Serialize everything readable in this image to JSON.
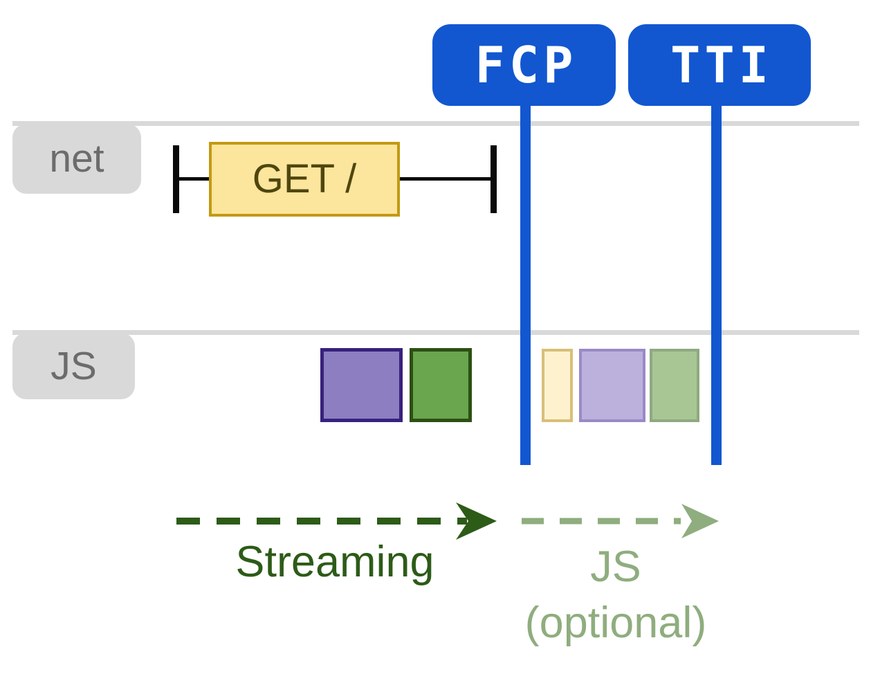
{
  "badges": {
    "fcp_label": "FCP",
    "tti_label": "TTI"
  },
  "lanes": {
    "net": {
      "label": "net"
    },
    "js": {
      "label": "JS"
    }
  },
  "net_track": {
    "request_label": "GET /"
  },
  "js_track": {
    "blocks": [
      {
        "name": "solid-purple-chunk",
        "fill": "#8c7ec0",
        "border": "#37217d"
      },
      {
        "name": "solid-green-chunk",
        "fill": "#69a64e",
        "border": "#2c5013"
      },
      {
        "name": "light-yellow-chunk",
        "fill": "#fdf2cd",
        "border": "#d8bf78"
      },
      {
        "name": "light-purple-chunk",
        "fill": "#bcb1dd",
        "border": "#998ac6"
      },
      {
        "name": "light-green-chunk",
        "fill": "#a8c694",
        "border": "#8fa981"
      }
    ]
  },
  "annotations": {
    "streaming": {
      "label": "Streaming",
      "color": "#2d5b18"
    },
    "js_optional": {
      "label_line1": "JS",
      "label_line2": "(optional)",
      "color": "#8fad7e"
    }
  },
  "colors": {
    "marker_blue": "#1257d0",
    "lane_gray": "#d9d9d9",
    "lane_label_text": "#6c6c6c",
    "request_fill": "#fce59c",
    "request_border": "#c29a12",
    "request_text": "#4f460e",
    "whisker_black": "#0a0a0a"
  }
}
